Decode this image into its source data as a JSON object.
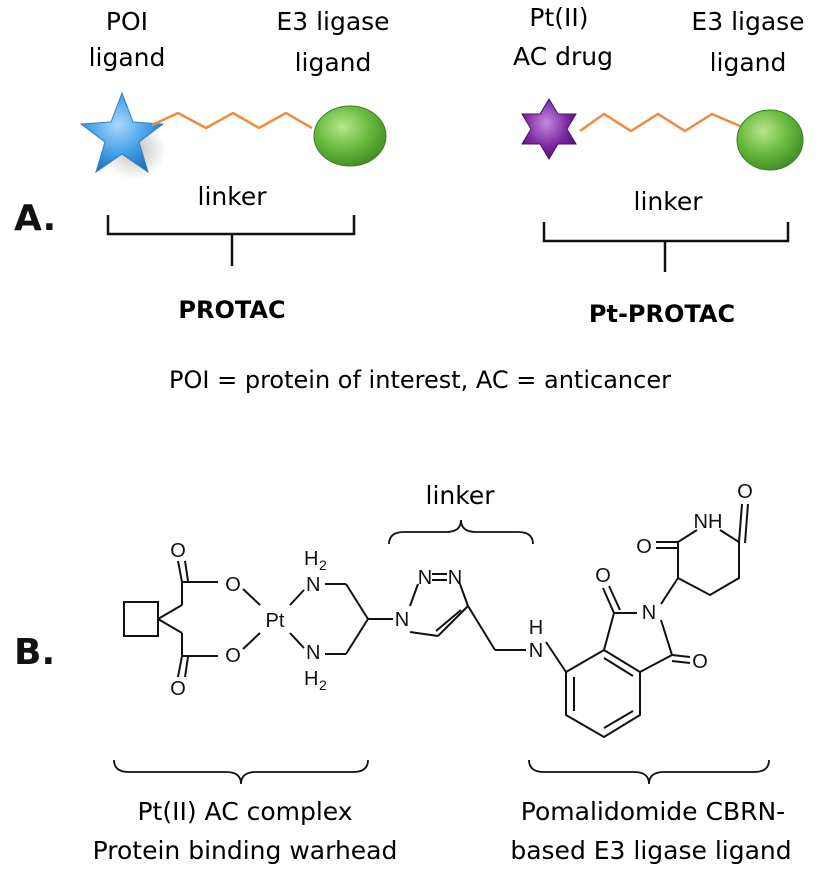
{
  "panel_a": {
    "label": "A.",
    "protac": {
      "poi_line1": "POI",
      "poi_line2": "ligand",
      "e3_line1": "E3 ligase",
      "e3_line2": "ligand",
      "linker": "linker",
      "name": "PROTAC",
      "star_color": "#3e9be3",
      "ellipse_color": "#5fb53a"
    },
    "pt_protac": {
      "drug_line1": "Pt(II)",
      "drug_line2": "AC drug",
      "e3_line1": "E3 ligase",
      "e3_line2": "ligand",
      "linker": "linker",
      "name": "Pt-PROTAC",
      "star_color": "#7b2aa0",
      "ellipse_color": "#5fb53a"
    },
    "linker_color": "#f08a3c",
    "definition": "POI = protein of interest, AC = anticancer"
  },
  "panel_b": {
    "label": "B.",
    "linker_label": "linker",
    "atoms": {
      "o": "O",
      "pt": "Pt",
      "n": "N",
      "h": "H",
      "h2": "2",
      "nh": "NH"
    },
    "left_caption_line1": "Pt(II) AC complex",
    "left_caption_line2": "Protein binding warhead",
    "right_caption_line1": "Pomalidomide CBRN-",
    "right_caption_line2": "based E3 ligase ligand"
  }
}
